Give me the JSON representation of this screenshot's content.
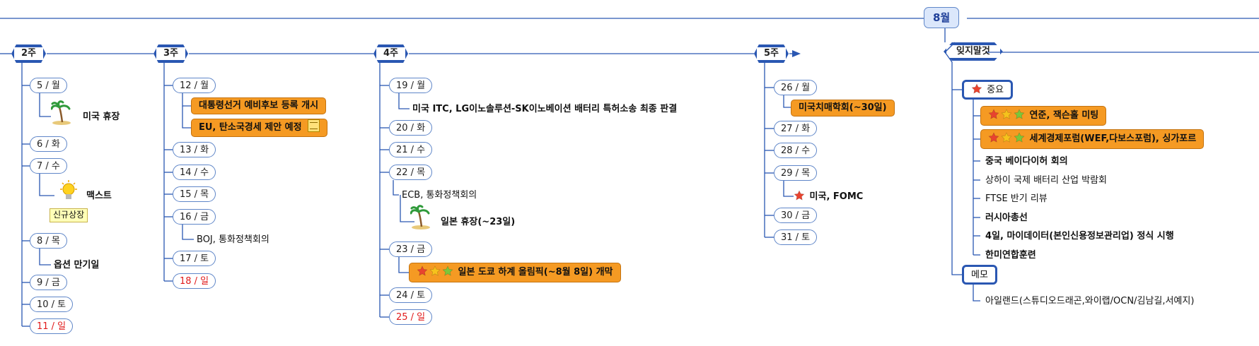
{
  "month": "8월",
  "weeks": [
    {
      "label": "2주",
      "days": [
        {
          "label": "5 / 월",
          "items": [
            {
              "text": "미국 휴장",
              "icon": "palm-icon"
            }
          ]
        },
        {
          "label": "6 / 화",
          "items": []
        },
        {
          "label": "7 / 수",
          "items": [
            {
              "text": "맥스트",
              "icon": "lightbulb-icon",
              "tag": "신규상장"
            }
          ]
        },
        {
          "label": "8 / 목",
          "items": [
            {
              "text": "옵션 만기일"
            }
          ]
        },
        {
          "label": "9 / 금",
          "items": []
        },
        {
          "label": "10 / 토",
          "items": []
        },
        {
          "label": "11 / 일",
          "items": [],
          "sunday": true
        }
      ]
    },
    {
      "label": "3주",
      "days": [
        {
          "label": "12 / 월",
          "items": [
            {
              "text": "대통령선거 예비후보 등록 개시",
              "highlight": true
            },
            {
              "text": "EU, 탄소국경세 제안 예정",
              "highlight": true,
              "icon": "note-icon"
            }
          ]
        },
        {
          "label": "13 / 화",
          "items": []
        },
        {
          "label": "14 / 수",
          "items": []
        },
        {
          "label": "15 / 목",
          "items": []
        },
        {
          "label": "16 / 금",
          "items": [
            {
              "text": "BOJ,  통화정책회의"
            }
          ]
        },
        {
          "label": "17 / 토",
          "items": []
        },
        {
          "label": "18 / 일",
          "items": [],
          "sunday": true
        }
      ]
    },
    {
      "label": "4주",
      "days": [
        {
          "label": "19 / 월",
          "items": [
            {
              "text": "미국 ITC, LG이노솔루션-SK이노베이션 배터리 특허소송 최종 판결"
            }
          ]
        },
        {
          "label": "20 / 화",
          "items": []
        },
        {
          "label": "21 / 수",
          "items": []
        },
        {
          "label": "22 / 목",
          "items": [
            {
              "text": "ECB,  통화정책회의"
            },
            {
              "text": "일본 휴장(~23일)",
              "icon": "palm-icon"
            }
          ]
        },
        {
          "label": "23 / 금",
          "items": [
            {
              "text": "일본 도쿄 하계 올림픽(~8월 8일) 개막",
              "highlight": true,
              "stars": 3
            }
          ]
        },
        {
          "label": "24 / 토",
          "items": []
        },
        {
          "label": "25 / 일",
          "items": [],
          "sunday": true
        }
      ]
    },
    {
      "label": "5주",
      "days": [
        {
          "label": "26 / 월",
          "items": [
            {
              "text": "미국치매학회(~30일)",
              "highlight": true
            }
          ]
        },
        {
          "label": "27 / 화",
          "items": []
        },
        {
          "label": "28 / 수",
          "items": []
        },
        {
          "label": "29 / 목",
          "items": [
            {
              "text": "미국,  FOMC",
              "stars": 1
            }
          ]
        },
        {
          "label": "30 / 금",
          "items": []
        },
        {
          "label": "31 / 토",
          "items": []
        }
      ]
    }
  ],
  "side": {
    "title": "잊지말것",
    "important": {
      "label": "중요",
      "items": [
        {
          "text": "연준, 잭슨홀 미팅",
          "highlight": true,
          "stars": 3
        },
        {
          "text": "세계경제포럼(WEF,다보스포럼),  싱가포르",
          "highlight": true,
          "stars": 3
        },
        {
          "text": "중국 베이다이허 회의",
          "bold": true
        },
        {
          "text": "상하이 국제 배터리 산업 박람회"
        },
        {
          "text": " FTSE 반기 리뷰"
        },
        {
          "text": "러시아총선",
          "bold": true
        },
        {
          "text": "4일,  마이데이터(본인신용정보관리업)  정식  시행",
          "bold": true
        },
        {
          "text": "한미연합훈련",
          "bold": true
        }
      ]
    },
    "memo": {
      "label": "메모",
      "items": [
        {
          "text": "아일랜드(스튜디오드래곤,와이랩/OCN/김남길,서예지)"
        }
      ]
    }
  },
  "colors": {
    "line": "#2a57b2",
    "highlight": "#f59a23",
    "sunday": "#e11a1a",
    "star_red": "#e8432f",
    "star_yellow": "#f6c21c",
    "star_green": "#7cc63a"
  }
}
